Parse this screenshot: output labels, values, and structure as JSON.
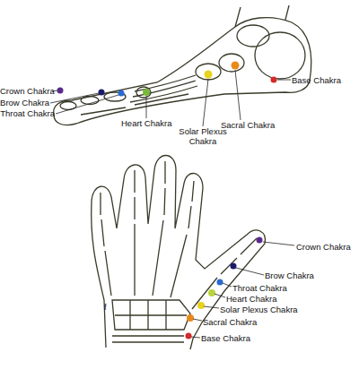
{
  "diagram": {
    "labels": [
      "Crown Chakra",
      "Brow Chakra",
      "Throat Chakra",
      "Heart Chakra",
      "Solar Plexus Chakra",
      "Sacral Chakra",
      "Base Chakra",
      "Crown Chakra",
      "Brow Chakra",
      "Throat Chakra",
      "Heart Chakra",
      "Solar Plexus Chakra",
      "Sacral Chakra",
      "Base Chakra",
      "f"
    ]
  }
}
